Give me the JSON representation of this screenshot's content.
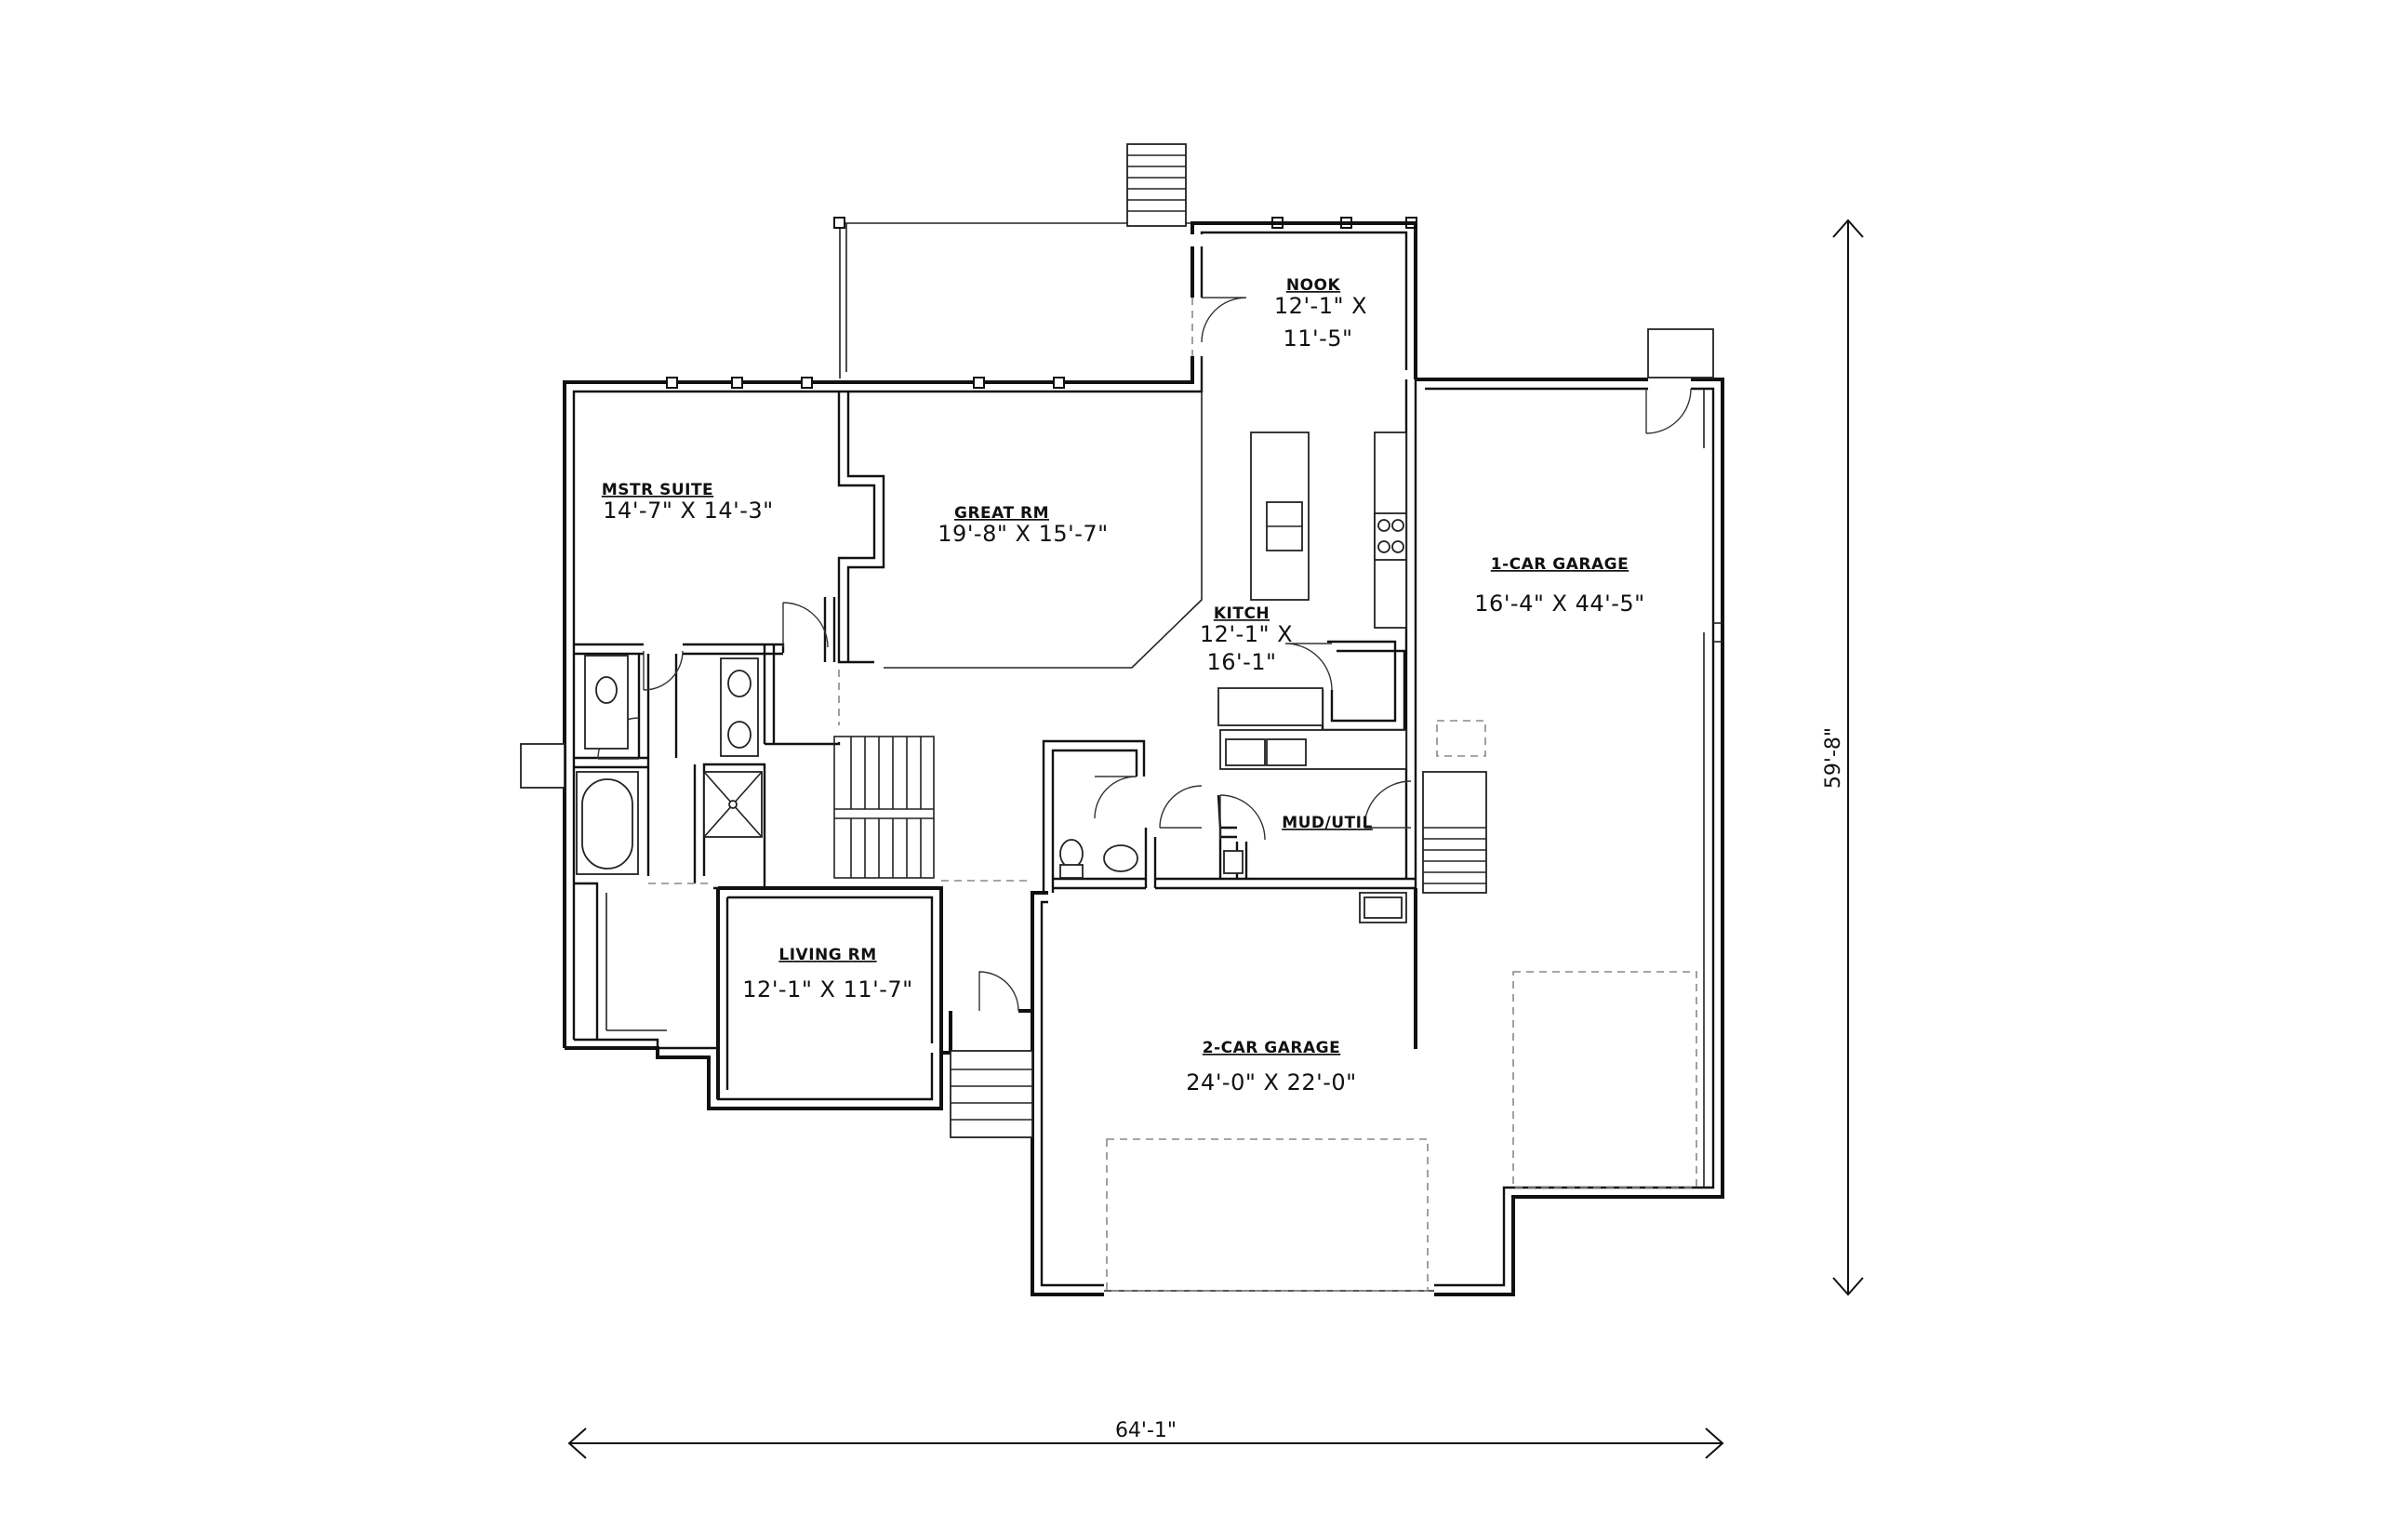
{
  "rooms": {
    "mstr_suite": {
      "name": "MSTR SUITE",
      "size": "14'-7\" X 14'-3\""
    },
    "great_rm": {
      "name": "GREAT RM",
      "size": "19'-8\" X 15'-7\""
    },
    "nook": {
      "name": "NOOK",
      "size_line1": "12'-1\" X",
      "size_line2": "11'-5\""
    },
    "kitch": {
      "name": "KITCH",
      "size_line1": "12'-1\" X",
      "size_line2": "16'-1\""
    },
    "garage_1car": {
      "name": "1-CAR GARAGE",
      "size": "16'-4\" X 44'-5\""
    },
    "mud_util": {
      "name": "MUD/UTIL"
    },
    "living_rm": {
      "name": "LIVING RM",
      "size": "12'-1\" X 11'-7\""
    },
    "garage_2car": {
      "name": "2-CAR GARAGE",
      "size": "24'-0\" X 22'-0\""
    }
  },
  "dimensions": {
    "overall_width": "64'-1\"",
    "overall_depth": "59'-8\""
  }
}
